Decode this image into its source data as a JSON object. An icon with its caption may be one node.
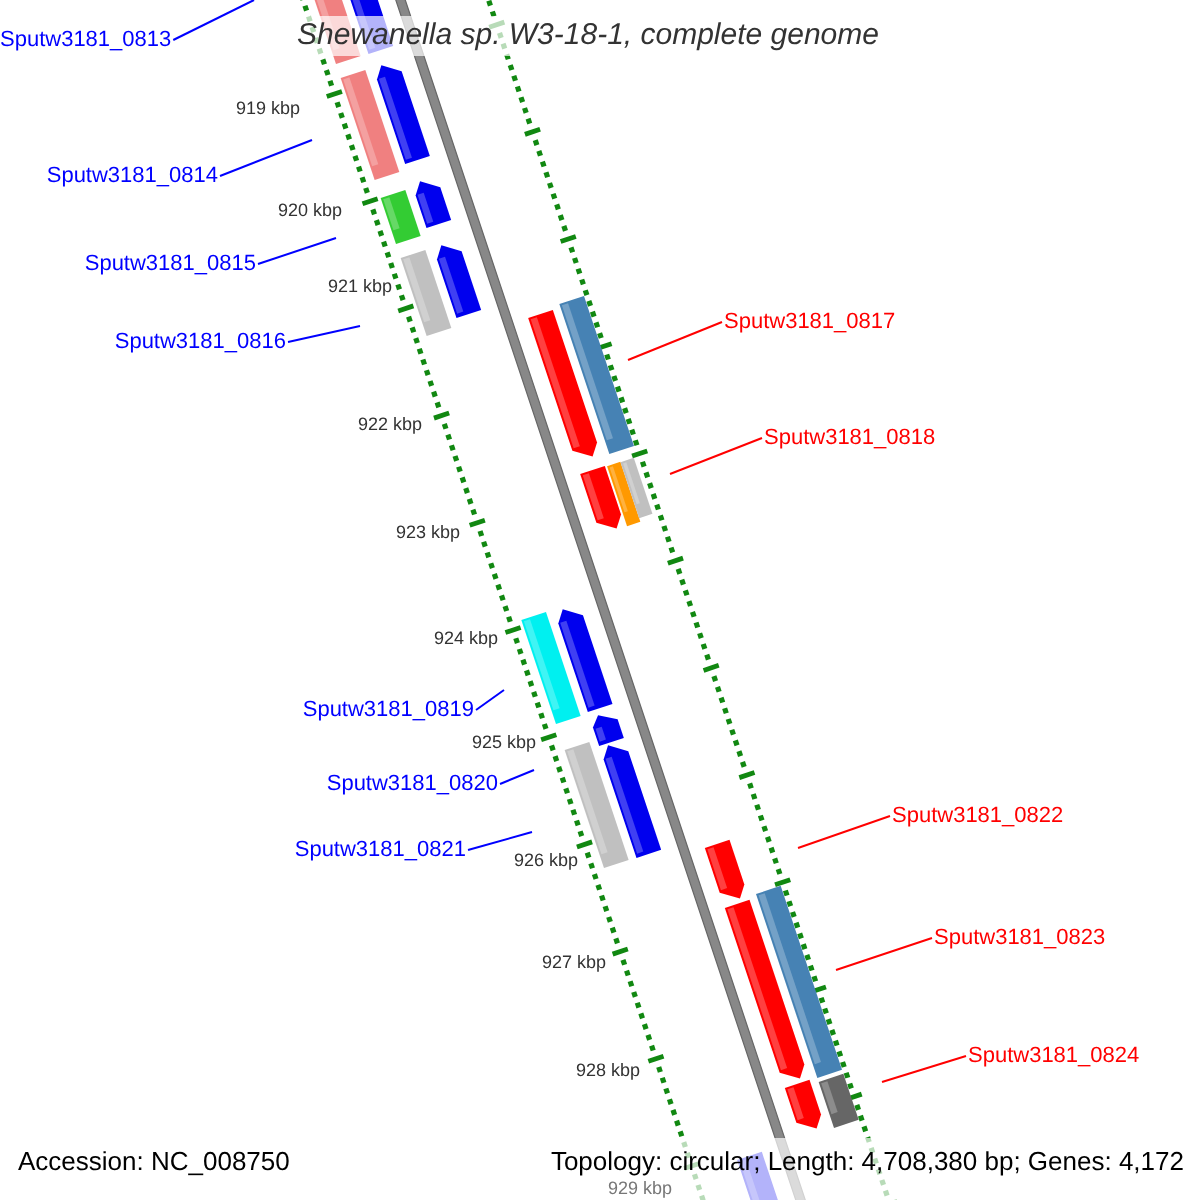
{
  "diagram": {
    "title": "Shewanella sp. W3-18-1, complete genome",
    "nodes": [
      {
        "text": [
          "Sputw3181_0813"
        ]
      },
      {
        "text": [
          "Sputw3181_0814"
        ]
      },
      {
        "text": [
          "Sputw3181_0815"
        ]
      },
      {
        "text": [
          "Sputw3181_0817"
        ]
      },
      {
        "text": [
          "Sputw3181_0816"
        ]
      },
      {
        "text": [
          "Sputw3181_0818"
        ]
      },
      {
        "text": [
          "Sputw3181_0819"
        ]
      },
      {
        "text": [
          "Sputw3181_0820"
        ]
      },
      {
        "text": [
          "Sputw3181_0822"
        ]
      },
      {
        "text": [
          "Sputw3181_0821"
        ]
      },
      {
        "text": [
          "Sputw3181_0823"
        ]
      },
      {
        "text": [
          "Sputw3181_0824"
        ]
      }
    ],
    "edges": [
      {
        "from": 0,
        "to": null,
        "arrow": "none"
      },
      {
        "from": 1,
        "to": null,
        "arrow": "none"
      },
      {
        "from": 2,
        "to": null,
        "arrow": "none"
      },
      {
        "from": 3,
        "to": null,
        "arrow": "none",
        "color": "#ff0000"
      },
      {
        "from": 4,
        "to": null,
        "arrow": "none"
      },
      {
        "from": 5,
        "to": null,
        "arrow": "none",
        "color": "#ff0000"
      },
      {
        "from": 6,
        "to": null,
        "arrow": "none"
      },
      {
        "from": 7,
        "to": null,
        "arrow": "none"
      },
      {
        "from": 8,
        "to": null,
        "arrow": "none",
        "color": "#ff0000"
      },
      {
        "from": 9,
        "to": null,
        "arrow": "none"
      },
      {
        "from": 10,
        "to": null,
        "arrow": "none",
        "color": "#ff0000"
      },
      {
        "from": 11,
        "to": null,
        "arrow": "none",
        "color": "#ff0000"
      }
    ],
    "labels": [
      "919 kbp",
      "920 kbp",
      "921 kbp",
      "922 kbp",
      "923 kbp",
      "924 kbp",
      "925 kbp",
      "926 kbp",
      "927 kbp",
      "928 kbp",
      "929 kbp",
      "Accession: NC_008750",
      "Topology: circular; Length: 4,708,380 bp; Genes: 4,172"
    ]
  }
}
